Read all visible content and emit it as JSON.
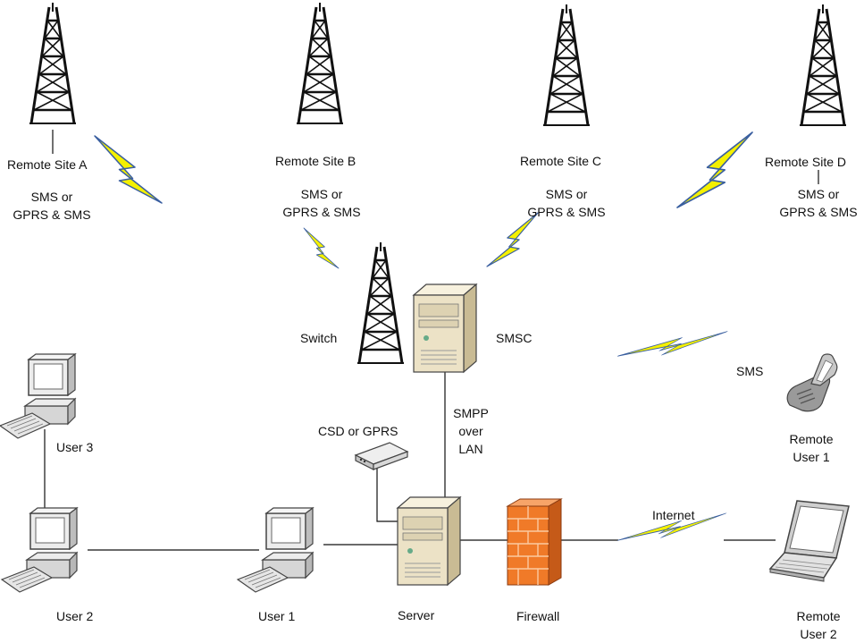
{
  "remote_sites": [
    {
      "name": "Remote Site A",
      "protocol_line1": "SMS or",
      "protocol_line2": "GPRS & SMS"
    },
    {
      "name": "Remote Site B",
      "protocol_line1": "SMS or",
      "protocol_line2": "GPRS & SMS"
    },
    {
      "name": "Remote Site C",
      "protocol_line1": "SMS or",
      "protocol_line2": "GPRS & SMS"
    },
    {
      "name": "Remote Site D",
      "protocol_line1": "SMS or",
      "protocol_line2": "GPRS & SMS"
    }
  ],
  "switch_label": "Switch",
  "smsc_label": "SMSC",
  "sms_label": "SMS",
  "remote_user_1": {
    "line1": "Remote",
    "line2": "User 1"
  },
  "remote_user_2": {
    "line1": "Remote",
    "line2": "User 2"
  },
  "smpp_label": {
    "line1": "SMPP",
    "line2": "over",
    "line3": "LAN"
  },
  "csd_label": "CSD or GPRS",
  "internet_label": "Internet",
  "user_3": "User 3",
  "user_2": "User 2",
  "user_1": "User 1",
  "server_label": "Server",
  "firewall_label": "Firewall",
  "colors": {
    "lightning": "#f4f000",
    "lightning_edge": "#3a5fa0",
    "tower": "#111111",
    "server_body": "#ece2c6",
    "firewall": "#f07a28"
  },
  "icons": [
    "radio-tower-icon",
    "lightning-bolt-icon",
    "server-icon",
    "desktop-computer-icon",
    "mobile-phone-icon",
    "laptop-icon",
    "modem-icon",
    "firewall-icon"
  ]
}
